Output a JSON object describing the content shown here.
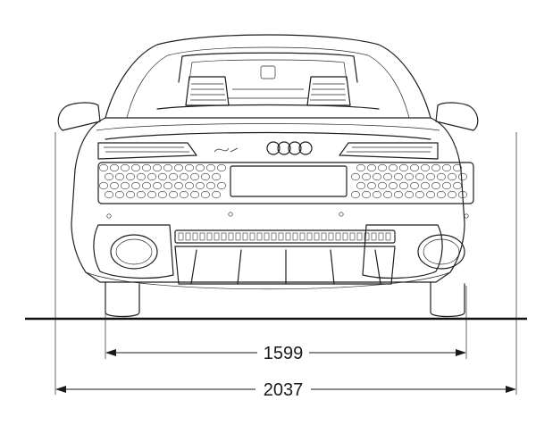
{
  "diagram": {
    "subject": "rear-view",
    "dimensions": {
      "track_width": "1599",
      "overall_width": "2037"
    }
  }
}
